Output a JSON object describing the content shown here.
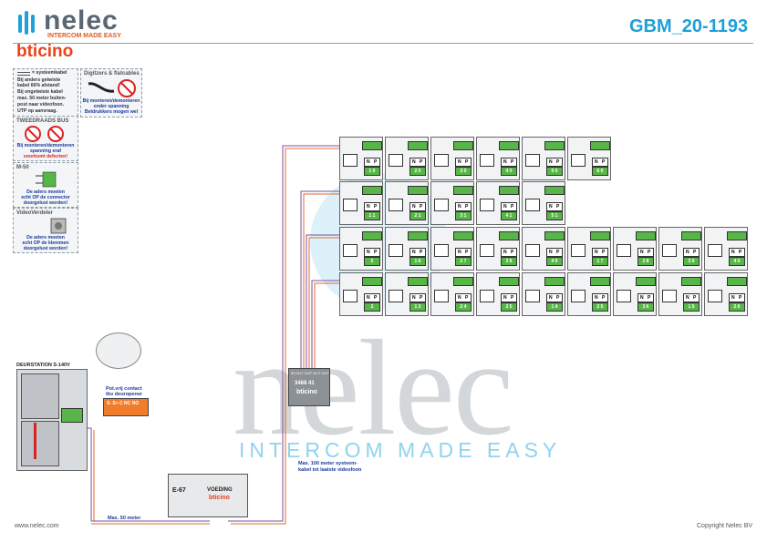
{
  "header": {
    "brand": "nelec",
    "tagline": "INTERCOM MADE EASY",
    "partner": "bticino",
    "doc_code": "GBM_20-1193"
  },
  "notes": {
    "cable": {
      "line1": "= systeemkabel",
      "line2": "Bij anders getwiste",
      "line3": "kabel 66% afstand!",
      "line4": "Bij ongetwiste kabel",
      "line5": "max. 50 meter buiten-",
      "line6": "post naar videofoon.",
      "line7": "UTP op aanvraag."
    },
    "digitizers": {
      "title": "Digitzers & flatcables",
      "line1": "Bij monteren/demonteren",
      "line2": "onder spanning",
      "line3": "Beldrukkers mogen wel"
    },
    "bus": {
      "title": "TWEEDRAADS BUS",
      "line1": "Bij monteren/demonteren",
      "line2": "spanning eraf",
      "line3": "voorkomt defecten!"
    },
    "m50": {
      "title": "M-50",
      "line1": "De aders moeten",
      "line2": "echt OP de connector",
      "line3": "doorgelust worden!"
    },
    "splitter": {
      "title": "VideoVerdeler",
      "line1": "De aders moeten",
      "line2": "echt OP de klemmen",
      "line3": "doorgelust worden!"
    }
  },
  "door_station": {
    "title": "DEURSTATION S-140V",
    "contact_line1": "Pot.vrij contact",
    "contact_line2": "tbv deuropener",
    "contact_terminals": "S-  S+ C NC NO"
  },
  "distributor": {
    "code": "3468 41",
    "brand": "bticino",
    "terminals": "IN  OUT  OUT  OUT  OUT"
  },
  "power": {
    "model": "E-67",
    "label": "VOEDING",
    "brand": "bticino"
  },
  "cable_notes": {
    "max50": "Max. 50 meter",
    "max100_line1": "Max. 100 meter systeem-",
    "max100_line2": "kabel tot laatste videofoon"
  },
  "rows": [
    {
      "units": [
        "1 0",
        "2 0",
        "3 0",
        "4 0",
        "5 0",
        "6 0"
      ]
    },
    {
      "units": [
        "1 1",
        "2 1",
        "3 1",
        "4 1",
        "5 1"
      ]
    },
    {
      "units": [
        "5",
        "1 6",
        "2 7",
        "3 8",
        "4 9",
        "1 7",
        "2 8",
        "3 9",
        "4 0"
      ]
    },
    {
      "units": [
        "2",
        "1 3",
        "2 4",
        "3 5",
        "1 4",
        "2 5",
        "3 6",
        "1 5",
        "2 6"
      ]
    }
  ],
  "terminal_labels": {
    "n": "N",
    "p": "P"
  },
  "footer": {
    "website": "www.nelec.com",
    "copyright": "Copyright Nelec BV"
  }
}
